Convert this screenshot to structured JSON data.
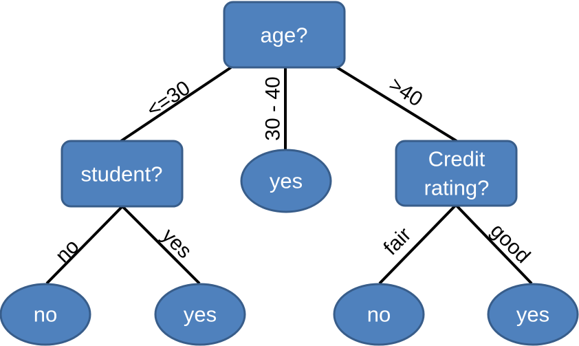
{
  "colors": {
    "node_fill": "#4f81bd",
    "node_border": "#385d8a",
    "node_text": "#ffffff",
    "edge": "#000000"
  },
  "nodes": {
    "root": "age?",
    "student": "student?",
    "middle_leaf": "yes",
    "credit_line1": "Credit",
    "credit_line2": "rating?",
    "student_no_leaf": "no",
    "student_yes_leaf": "yes",
    "credit_fair_leaf": "no",
    "credit_good_leaf": "yes"
  },
  "edges": {
    "age_le30": "<=30",
    "age_30_40": "30 - 40",
    "age_gt40": ">40",
    "student_no": "no",
    "student_yes": "yes",
    "credit_fair": "fair",
    "credit_good": "good"
  }
}
